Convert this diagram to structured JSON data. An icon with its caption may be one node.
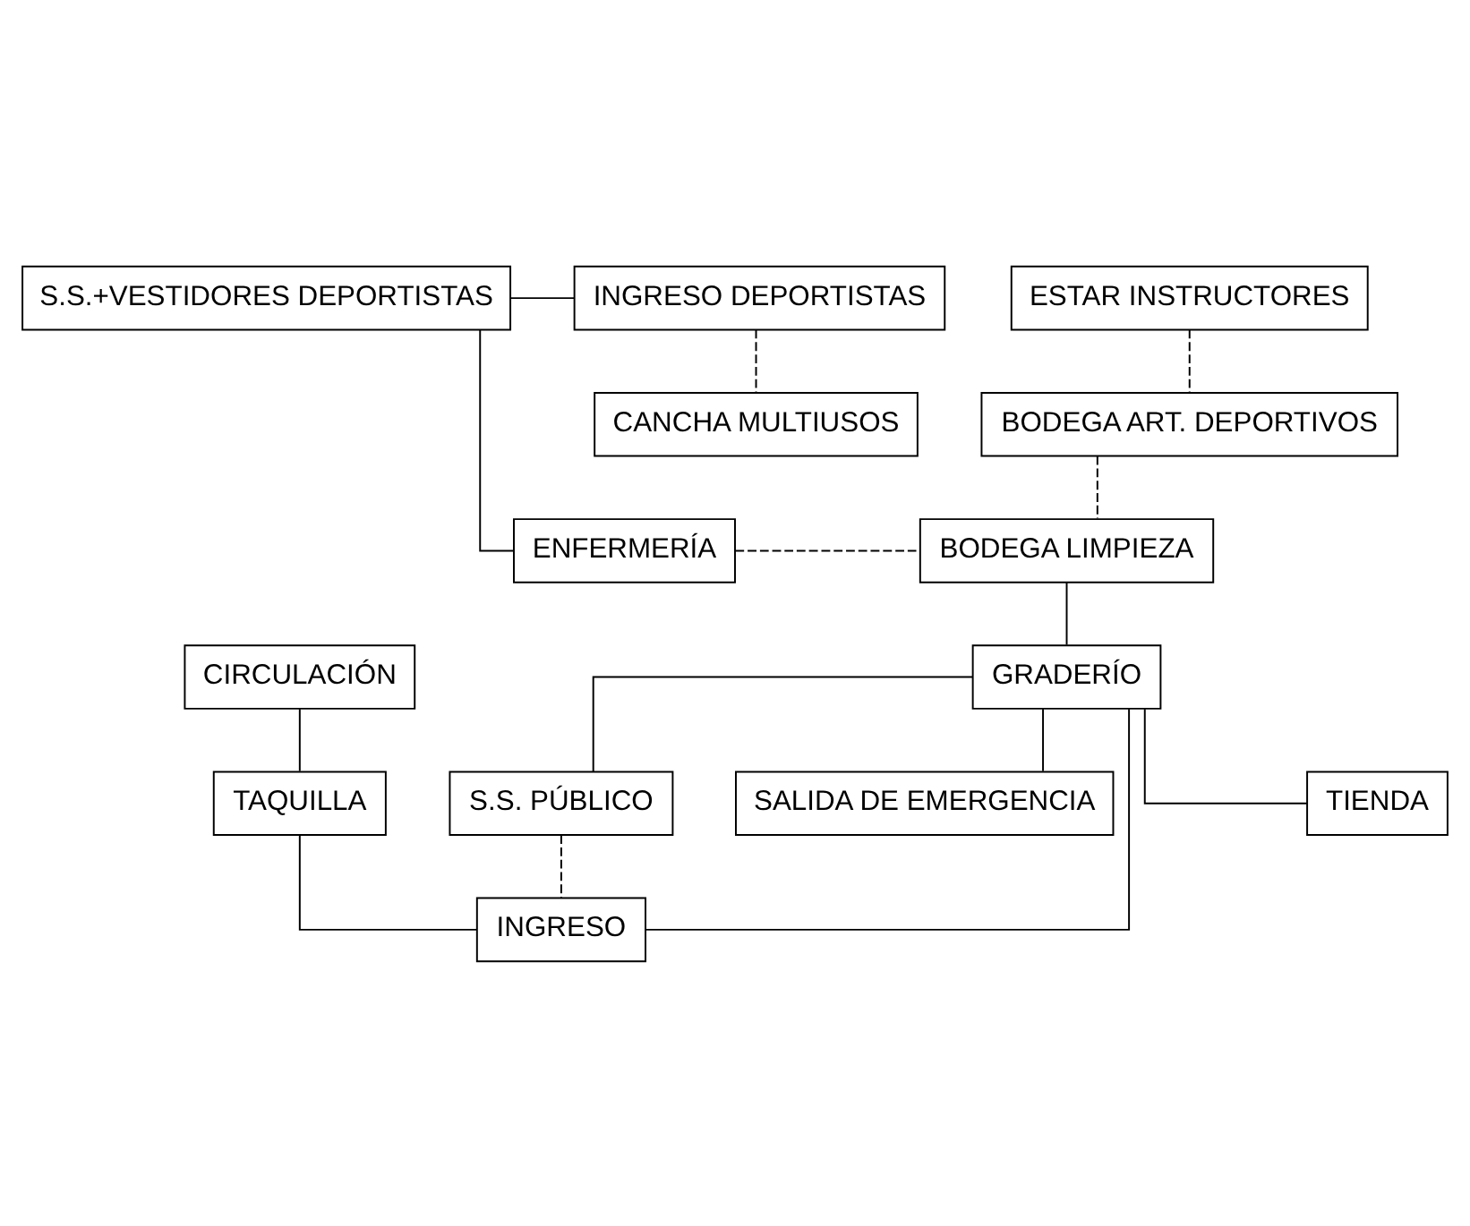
{
  "diagram": {
    "nodes": [
      {
        "text": [
          "S.S.+VESTIDORES DEPORTISTAS"
        ]
      },
      {
        "text": [
          "INGRESO DEPORTISTAS"
        ]
      },
      {
        "text": [
          "ESTAR INSTRUCTORES"
        ]
      },
      {
        "text": [
          "CANCHA MULTIUSOS"
        ]
      },
      {
        "text": [
          "BODEGA ART. DEPORTIVOS"
        ]
      },
      {
        "text": [
          "ENFERMERÍA"
        ]
      },
      {
        "text": [
          "BODEGA LIMPIEZA"
        ]
      },
      {
        "text": [
          "CIRCULACIÓN"
        ]
      },
      {
        "text": [
          "GRADERÍO"
        ]
      },
      {
        "text": [
          "TIENDA"
        ]
      },
      {
        "text": [
          "TAQUILLA"
        ]
      },
      {
        "text": [
          "S.S. PÚBLICO"
        ]
      },
      {
        "text": [
          "SALIDA DE EMERGENCIA"
        ]
      },
      {
        "text": [
          "INGRESO"
        ]
      }
    ],
    "edges": [
      {
        "from": 0,
        "to": 1,
        "arrow": "none"
      },
      {
        "from": 1,
        "to": 3,
        "arrow": "none",
        "style": "dashed"
      },
      {
        "from": 2,
        "to": 4,
        "arrow": "none",
        "style": "dashed"
      },
      {
        "from": 0,
        "to": 5,
        "arrow": "none"
      },
      {
        "from": 4,
        "to": 6,
        "arrow": "none",
        "style": "dashed"
      },
      {
        "from": 5,
        "to": 6,
        "arrow": "none",
        "style": "dashed"
      },
      {
        "from": 6,
        "to": 8,
        "arrow": "none"
      },
      {
        "from": 8,
        "to": 9,
        "arrow": "none"
      },
      {
        "from": 8,
        "to": 11,
        "arrow": "none"
      },
      {
        "from": 8,
        "to": 13,
        "arrow": "none"
      },
      {
        "from": 7,
        "to": 10,
        "arrow": "none"
      },
      {
        "from": 10,
        "to": 13,
        "arrow": "none"
      },
      {
        "from": 11,
        "to": 13,
        "arrow": "none",
        "style": "dashed"
      },
      {
        "from": 8,
        "to": 12,
        "arrow": "none"
      }
    ]
  }
}
